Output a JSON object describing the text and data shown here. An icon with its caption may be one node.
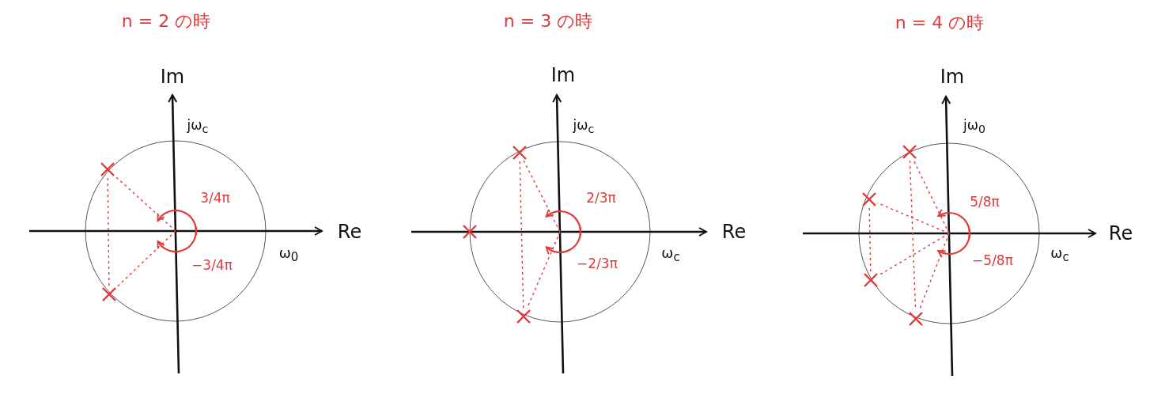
{
  "diagram": {
    "nodes": [
      {
        "text": [],
        "shape": "cross"
      },
      {
        "text": [],
        "shape": "cross"
      },
      {
        "text": [],
        "shape": "cross"
      },
      {
        "text": [],
        "shape": "cross"
      },
      {
        "text": [],
        "shape": "cross"
      },
      {
        "text": [],
        "shape": "cross"
      },
      {
        "text": [],
        "shape": "cross"
      },
      {
        "text": [],
        "shape": "cross"
      },
      {
        "text": [],
        "shape": "cross"
      }
    ],
    "edges": [
      {
        "from": null,
        "to": 0,
        "arrow": "none",
        "style": "dashed"
      },
      {
        "from": null,
        "to": 1,
        "arrow": "none",
        "style": "dashed"
      },
      {
        "from": 0,
        "to": 1,
        "arrow": "none",
        "style": "dashed"
      },
      {
        "from": null,
        "to": 2,
        "arrow": "none",
        "style": "dashed"
      },
      {
        "from": null,
        "to": 4,
        "arrow": "none",
        "style": "dashed"
      },
      {
        "from": 2,
        "to": 4,
        "arrow": "none",
        "style": "dashed"
      },
      {
        "from": null,
        "to": 5,
        "arrow": "none",
        "style": "dashed"
      },
      {
        "from": null,
        "to": 6,
        "arrow": "none",
        "style": "dashed"
      },
      {
        "from": null,
        "to": 7,
        "arrow": "none",
        "style": "dashed"
      },
      {
        "from": null,
        "to": 8,
        "arrow": "none",
        "style": "dashed"
      },
      {
        "from": 5,
        "to": 8,
        "arrow": "none",
        "style": "dashed"
      },
      {
        "from": 6,
        "to": 7,
        "arrow": "none",
        "style": "dashed"
      }
    ],
    "labels": [
      "n = 2 の時",
      "Im",
      "jω$_{c}$",
      "3/4π",
      "Re",
      "−3/4π",
      "ω$_{0}$",
      "n = 3 の時",
      "Im",
      "jω$_{c}$",
      "2/3π",
      "Re",
      "−2/3π",
      "ω$_{c}$",
      "n = 4 の時",
      "Im",
      "jω$_{0}$",
      "5/8π",
      "Re",
      "−5/8π",
      "ω$_{c}$"
    ]
  }
}
